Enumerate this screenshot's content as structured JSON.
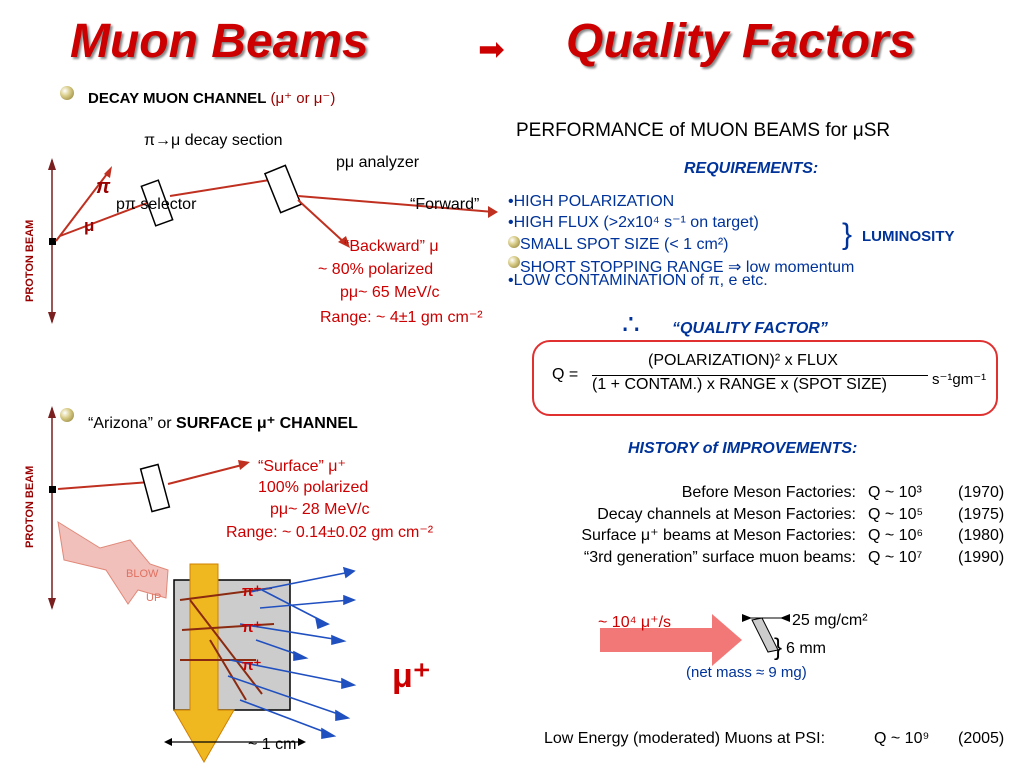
{
  "header": {
    "title_left": "Muon Beams",
    "arrow": "➡",
    "title_right": "Quality Factors"
  },
  "decay_channel": {
    "heading": "DECAY MUON CHANNEL",
    "heading_suffix": "(μ⁺ or μ⁻)",
    "proton_beam": "PROTON  BEAM",
    "decay_section": "π→μ decay section",
    "p_analyzer": "pμ analyzer",
    "pi": "π",
    "p_selector": "pπ selector",
    "mu": "μ",
    "forward": "“Forward”",
    "backward_title": "“Backward” μ",
    "backward_pol": "~ 80% polarized",
    "backward_p": "pμ~ 65 MeV/c",
    "backward_range": "Range: ~ 4±1 gm cm⁻²"
  },
  "performance": {
    "heading": "PERFORMANCE of MUON BEAMS for μSR",
    "requirements": "REQUIREMENTS:",
    "items": [
      "•HIGH POLARIZATION",
      "•HIGH FLUX (>2x10⁴ s⁻¹ on target)",
      "SMALL SPOT SIZE (< 1 cm²)",
      "SHORT STOPPING RANGE  ⇒  low momentum",
      "•LOW CONTAMINATION of π, e etc."
    ],
    "luminosity": "LUMINOSITY",
    "therefore": "∴",
    "quality_factor": "“QUALITY FACTOR”"
  },
  "formula": {
    "q": "Q =",
    "numerator": "(POLARIZATION)² x FLUX",
    "denominator": "(1 + CONTAM.) x RANGE x (SPOT SIZE)",
    "units": "s⁻¹gm⁻¹",
    "border_color": "#e03030"
  },
  "surface_channel": {
    "heading_prefix": "“Arizona” or",
    "heading_main": "SURFACE μ⁺ CHANNEL",
    "proton_beam": "PROTON  BEAM",
    "surface_title": "“Surface” μ⁺",
    "surface_pol": "100% polarized",
    "surface_p": "pμ~ 28 MeV/c",
    "surface_range": "Range: ~ 0.14±0.02 gm cm⁻²",
    "blow": "BLOW",
    "up": "UP",
    "pi_plus": "π⁺",
    "mu_plus": "μ⁺",
    "size": "~ 1 cm"
  },
  "history": {
    "heading": "HISTORY of IMPROVEMENTS:",
    "rows": [
      {
        "label": "Before Meson Factories:",
        "q": "Q ~ 10³",
        "year": "(1970)"
      },
      {
        "label": "Decay channels at Meson Factories:",
        "q": "Q ~ 10⁵",
        "year": "(1975)"
      },
      {
        "label": "Surface μ⁺ beams at Meson Factories:",
        "q": "Q ~ 10⁶",
        "year": "(1980)"
      },
      {
        "label": "“3rd generation” surface muon beams:",
        "q": "Q ~ 10⁷",
        "year": "(1990)"
      }
    ]
  },
  "moderator": {
    "rate": "~ 10⁴ μ⁺/s",
    "mass": "25 mg/cm²",
    "thickness": "6 mm",
    "net_mass": "(net mass ≈ 9 mg)"
  },
  "footer": {
    "text": "Low Energy (moderated) Muons at PSI:",
    "q": "Q ~ 10⁹",
    "year": "(2005)"
  }
}
